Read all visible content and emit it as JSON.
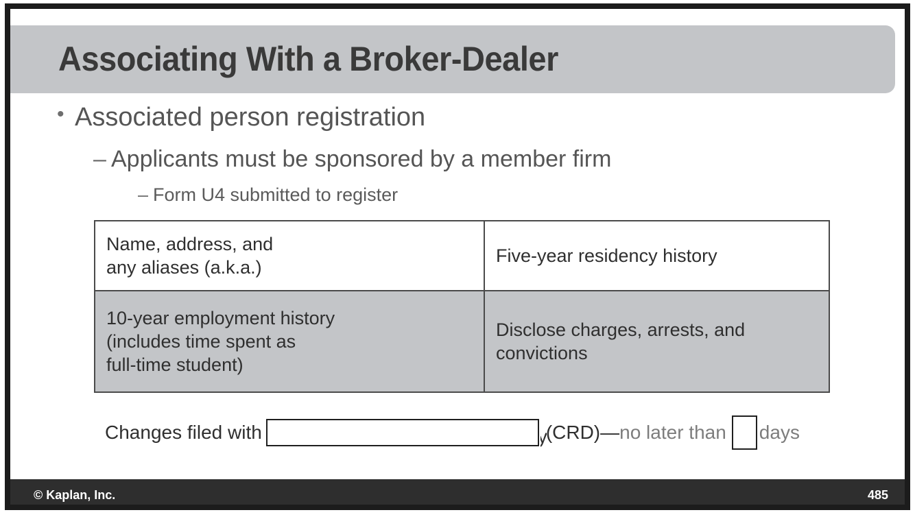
{
  "slide": {
    "title": "Associating With a Broker-Dealer",
    "page_number": "485",
    "copyright": "© Kaplan, Inc.",
    "colors": {
      "title_band": "#c3c5c8",
      "table_shaded_row": "#c3c5c8",
      "footer_bar": "#2e2e2e",
      "border": "#1c1c1c",
      "body_text": "#555555",
      "muted_text": "#7d7d7d"
    }
  },
  "bullets": {
    "level1": {
      "marker": "•",
      "text": "Associated person registration"
    },
    "level2": {
      "marker": "–",
      "text": "Applicants must be sponsored by a member firm"
    },
    "level3": {
      "marker": "–",
      "text": "Form U4 submitted to register"
    }
  },
  "table": {
    "rows": [
      {
        "shaded": false,
        "cells": [
          {
            "lines": [
              "Name, address, and",
              "any aliases (a.k.a.)"
            ]
          },
          {
            "lines": [
              "Five-year residency history"
            ]
          }
        ]
      },
      {
        "shaded": true,
        "cells": [
          {
            "lines": [
              "10-year employment history",
              "(includes time spent as",
              "full-time student)"
            ]
          },
          {
            "lines": [
              "Disclose charges, arrests, and",
              "convictions"
            ]
          }
        ]
      }
    ]
  },
  "fill_in_line": {
    "lead_text": "Changes filed with",
    "blank_long_value": "",
    "peek_glyph": "y",
    "mid_text": "(CRD)—",
    "muted_text": "no later than",
    "blank_small_value": "",
    "trailing_text": "days"
  }
}
